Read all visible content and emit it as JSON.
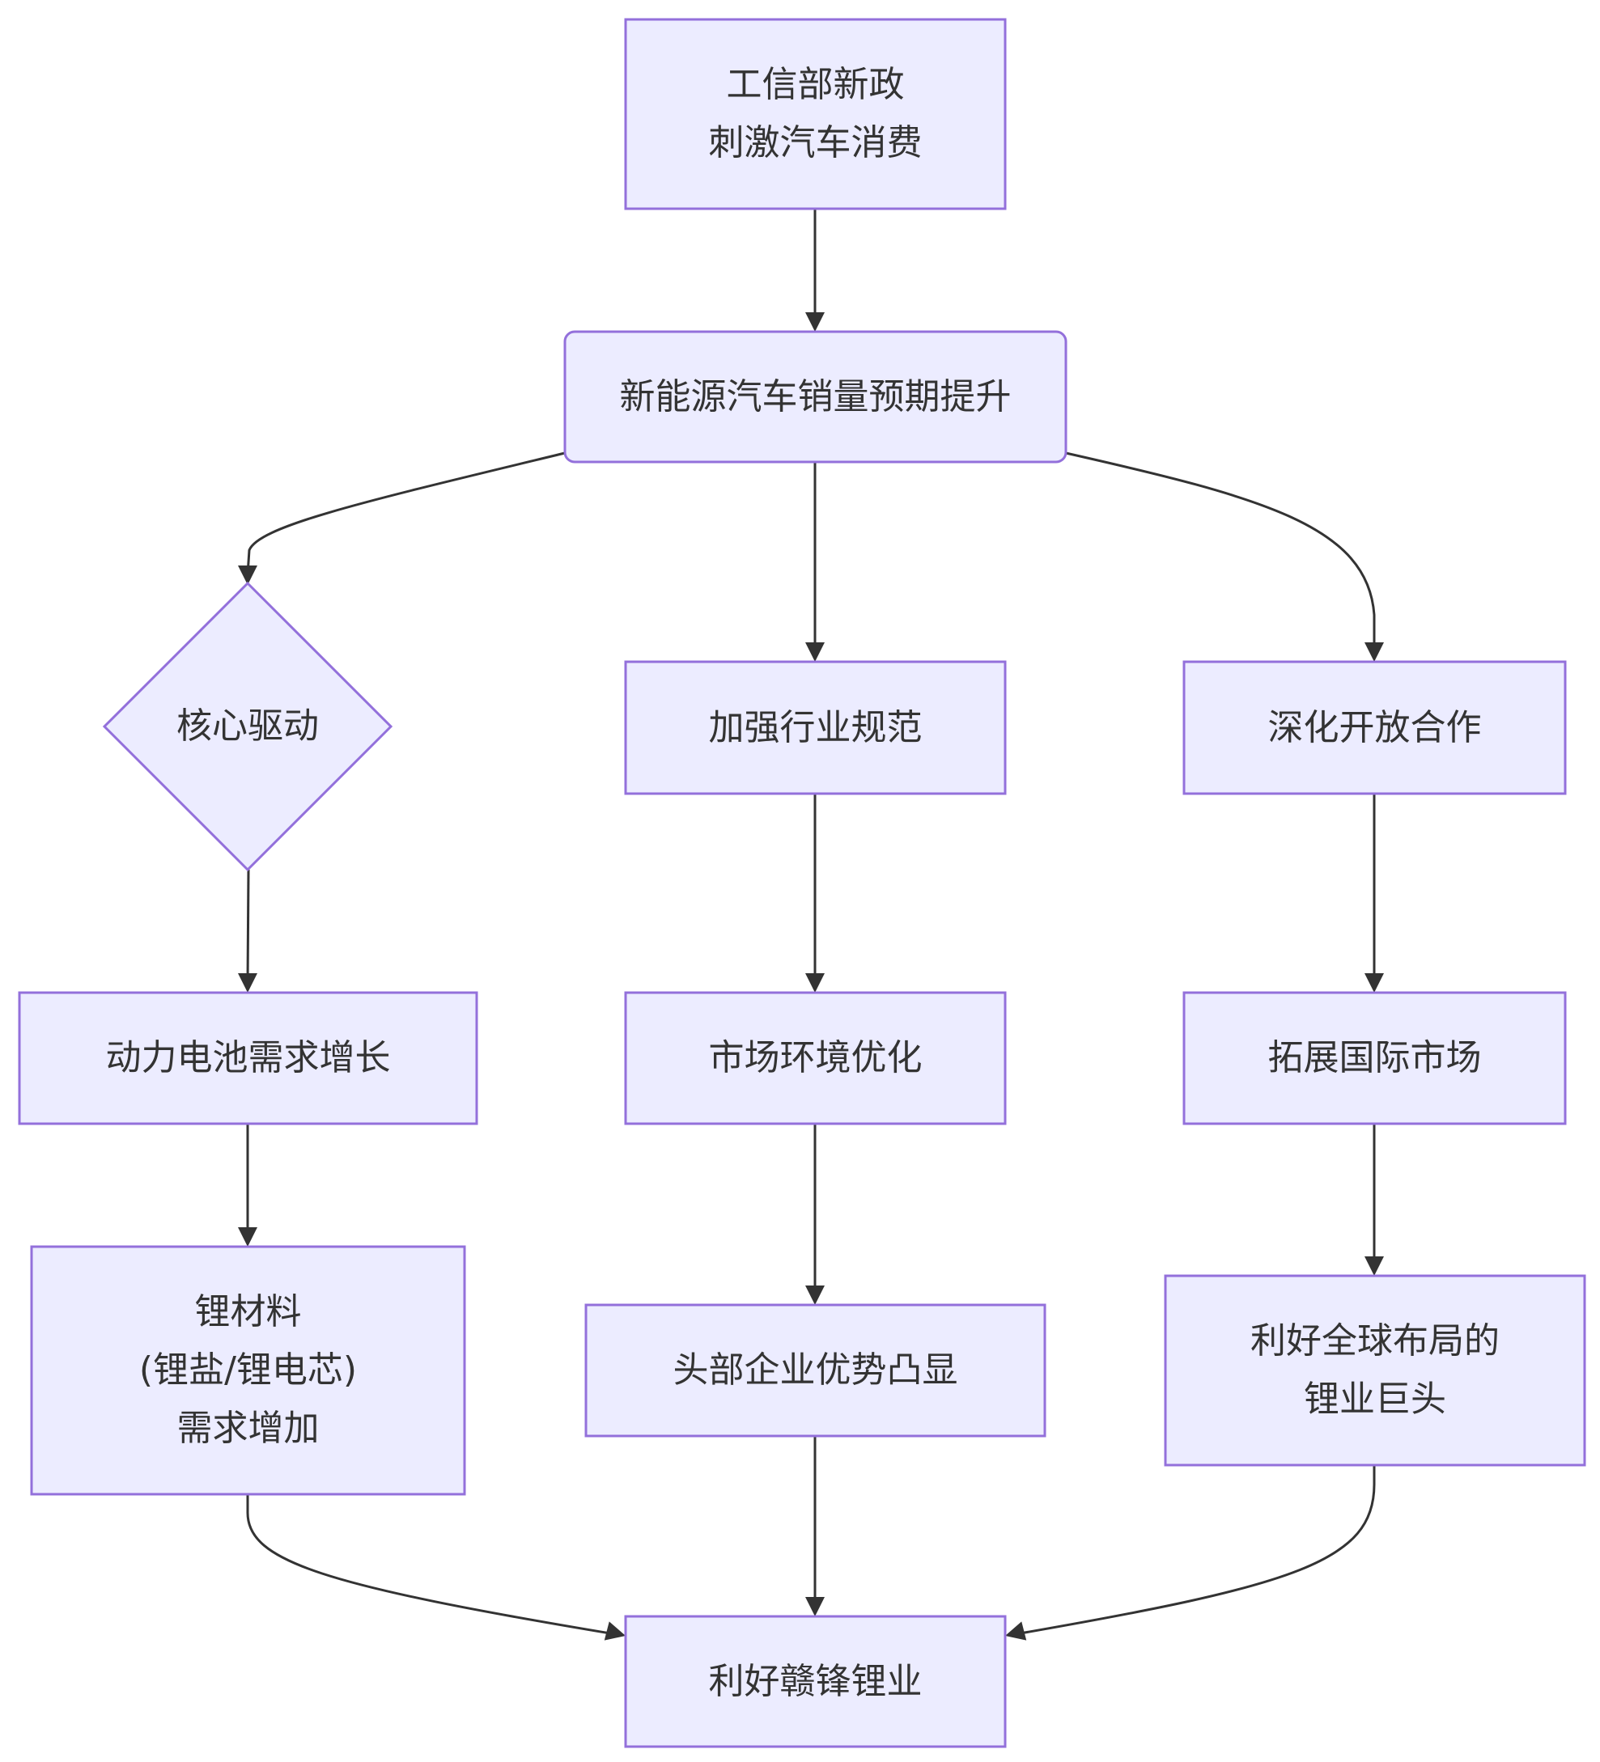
{
  "diagram": {
    "type": "flowchart",
    "direction": "top-down",
    "colors": {
      "node_fill": "#ECECFF",
      "node_stroke": "#9370DB",
      "edge": "#333333",
      "text": "#333333",
      "background": "#FFFFFF"
    },
    "nodes": {
      "policy": {
        "label": "工信部新政\n刺激汽车消费",
        "shape": "rect"
      },
      "nev_sales": {
        "label": "新能源汽车销量预期提升",
        "shape": "rounded-rect"
      },
      "core_driver": {
        "label": "核心驱动",
        "shape": "diamond"
      },
      "regulate": {
        "label": "加强行业规范",
        "shape": "rect"
      },
      "cooperation": {
        "label": "深化开放合作",
        "shape": "rect"
      },
      "battery_demand": {
        "label": "动力电池需求增长",
        "shape": "rect"
      },
      "market_env": {
        "label": "市场环境优化",
        "shape": "rect"
      },
      "intl_market": {
        "label": "拓展国际市场",
        "shape": "rect"
      },
      "lithium_demand": {
        "label": "锂材料\n(锂盐/锂电芯)\n需求增加",
        "shape": "rect"
      },
      "leaders": {
        "label": "头部企业优势凸显",
        "shape": "rect"
      },
      "global_giants": {
        "label": "利好全球布局的\n锂业巨头",
        "shape": "rect"
      },
      "ganfeng": {
        "label": "利好赣锋锂业",
        "shape": "rect"
      }
    },
    "edges": [
      {
        "from": "policy",
        "to": "nev_sales"
      },
      {
        "from": "nev_sales",
        "to": "core_driver"
      },
      {
        "from": "nev_sales",
        "to": "regulate"
      },
      {
        "from": "nev_sales",
        "to": "cooperation"
      },
      {
        "from": "core_driver",
        "to": "battery_demand"
      },
      {
        "from": "regulate",
        "to": "market_env"
      },
      {
        "from": "cooperation",
        "to": "intl_market"
      },
      {
        "from": "battery_demand",
        "to": "lithium_demand"
      },
      {
        "from": "market_env",
        "to": "leaders"
      },
      {
        "from": "intl_market",
        "to": "global_giants"
      },
      {
        "from": "lithium_demand",
        "to": "ganfeng"
      },
      {
        "from": "leaders",
        "to": "ganfeng"
      },
      {
        "from": "global_giants",
        "to": "ganfeng"
      }
    ]
  }
}
